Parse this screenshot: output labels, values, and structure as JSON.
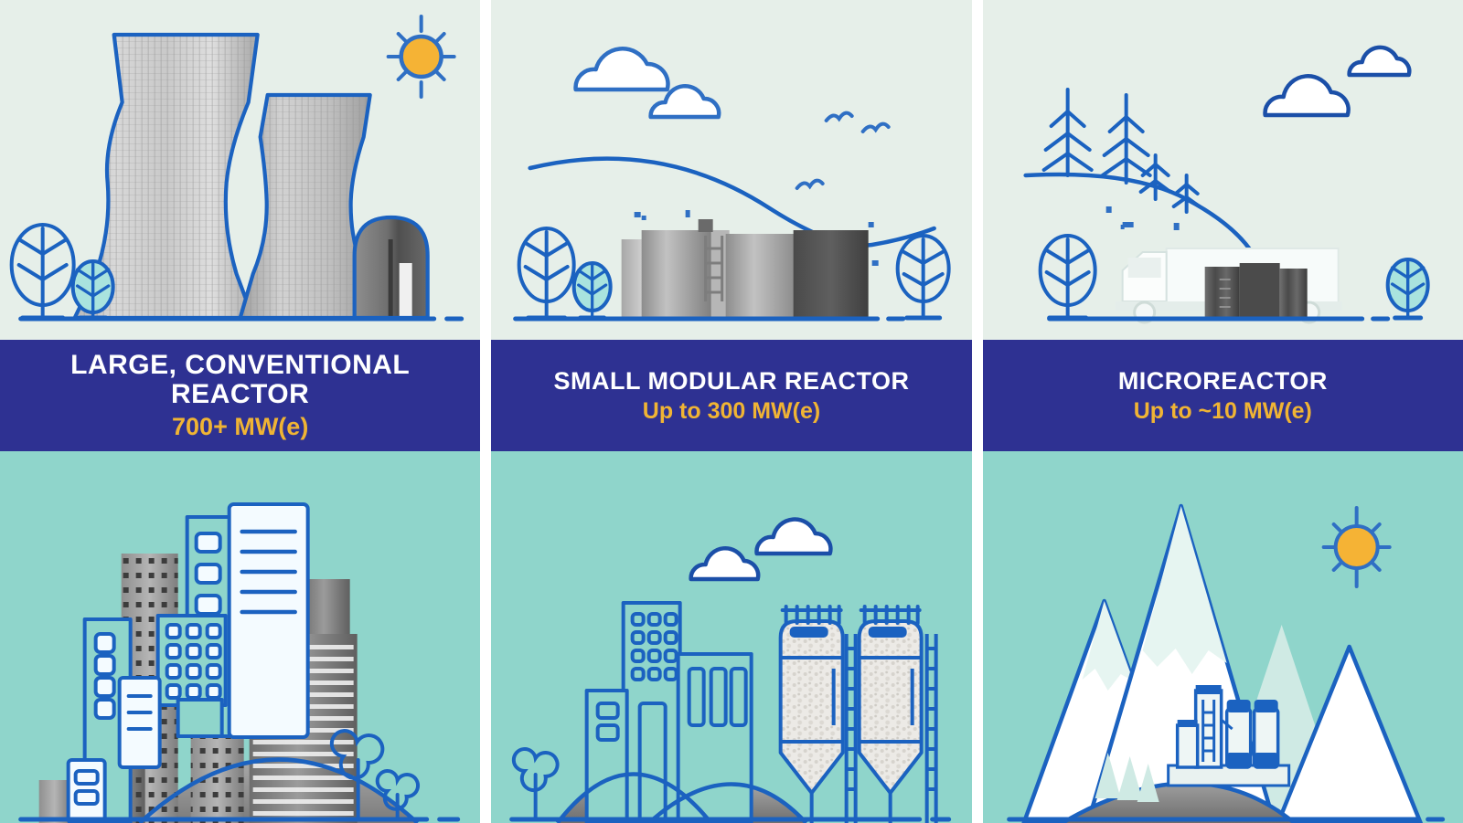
{
  "colors": {
    "banner_bg": "#2e3192",
    "title_text": "#ffffff",
    "power_text": "#f0b434",
    "outline_blue": "#1b62c0",
    "sky_top": "#e6efe9",
    "sky_bottom": "#8fd5cb",
    "sun_fill": "#f5b335",
    "tree_fill": "#a9e3de",
    "cloud_fill": "#ffffff",
    "gap": "#ffffff"
  },
  "panels": [
    {
      "id": "large-conventional-reactor",
      "title": "LARGE, CONVENTIONAL REACTOR",
      "power": "700+ MW(e)",
      "top_scene": {
        "name": "nuclear-power-plant-scene",
        "elements": [
          "cooling-tower-large",
          "cooling-tower-small",
          "reactor-dome-building",
          "sun-icon",
          "tree-large-icon",
          "tree-small-icon",
          "ground-line"
        ]
      },
      "bottom_scene": {
        "name": "large-city-scene",
        "elements": [
          "skyscrapers",
          "outlined-buildings",
          "grass-hill",
          "tree-round-icon",
          "ground-line"
        ]
      }
    },
    {
      "id": "small-modular-reactor",
      "title": "SMALL MODULAR REACTOR",
      "power": "Up to 300 MW(e)",
      "top_scene": {
        "name": "modular-reactor-site-scene",
        "elements": [
          "reactor-module-cylinders",
          "ladder",
          "cloud-icon-large",
          "cloud-icon-small",
          "bird-icon",
          "hill-curve",
          "tree-large-icon",
          "tree-small-icon",
          "ground-line"
        ]
      },
      "bottom_scene": {
        "name": "small-town-scene",
        "elements": [
          "outlined-buildings",
          "silo-tank",
          "ladder",
          "grass-hill",
          "cloud-icon",
          "tree-round-icon",
          "ground-line"
        ]
      }
    },
    {
      "id": "microreactor",
      "title": "MICROREACTOR",
      "power": "Up to ~10 MW(e)",
      "top_scene": {
        "name": "reactor-transport-scene",
        "elements": [
          "delivery-truck",
          "microreactor-module",
          "pine-tree-icon",
          "cloud-icon",
          "hill-curve",
          "tree-large-icon",
          "tree-small-icon",
          "ground-line"
        ]
      },
      "bottom_scene": {
        "name": "remote-mountain-scene",
        "elements": [
          "snow-mountain",
          "sun-icon",
          "industrial-plant",
          "pine-tree-icon",
          "grass-hill",
          "ground-line"
        ]
      }
    }
  ]
}
